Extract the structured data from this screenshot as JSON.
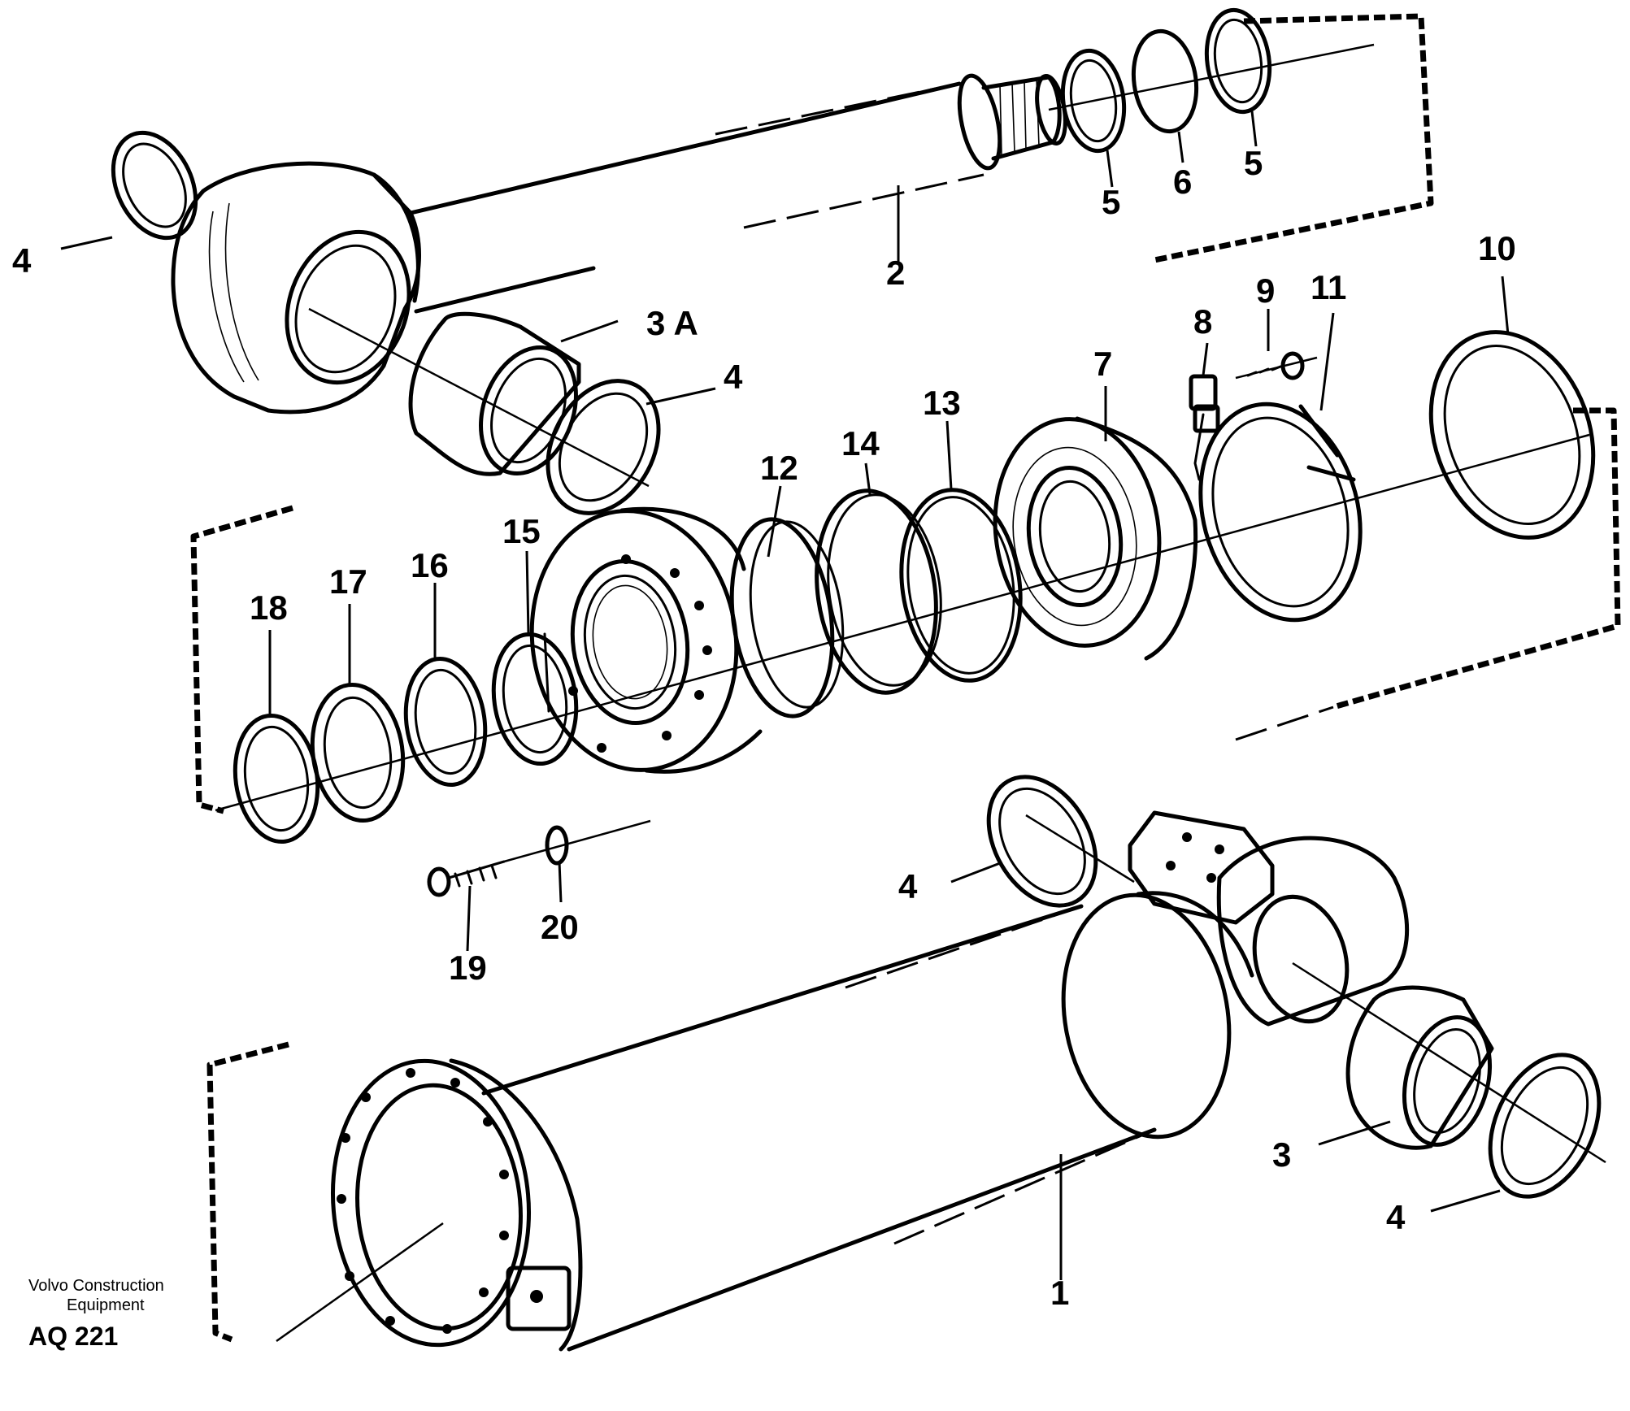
{
  "diagram": {
    "callouts": [
      {
        "id": "c4-top-left",
        "text": "4"
      },
      {
        "id": "c2",
        "text": "2"
      },
      {
        "id": "c5-a",
        "text": "5"
      },
      {
        "id": "c6",
        "text": "6"
      },
      {
        "id": "c5-b",
        "text": "5"
      },
      {
        "id": "c3a",
        "text": "3 A"
      },
      {
        "id": "c4-bushing",
        "text": "4"
      },
      {
        "id": "c10",
        "text": "10"
      },
      {
        "id": "c9",
        "text": "9"
      },
      {
        "id": "c11",
        "text": "11"
      },
      {
        "id": "c8",
        "text": "8"
      },
      {
        "id": "c7",
        "text": "7"
      },
      {
        "id": "c13",
        "text": "13"
      },
      {
        "id": "c14",
        "text": "14"
      },
      {
        "id": "c12",
        "text": "12"
      },
      {
        "id": "c15",
        "text": "15"
      },
      {
        "id": "c16",
        "text": "16"
      },
      {
        "id": "c17",
        "text": "17"
      },
      {
        "id": "c18",
        "text": "18"
      },
      {
        "id": "c19",
        "text": "19"
      },
      {
        "id": "c20",
        "text": "20"
      },
      {
        "id": "c4-mid-right",
        "text": "4"
      },
      {
        "id": "c3",
        "text": "3"
      },
      {
        "id": "c4-bottom-right",
        "text": "4"
      },
      {
        "id": "c1",
        "text": "1"
      }
    ],
    "credit_line1": "Volvo Construction",
    "credit_line2": "Equipment",
    "drawing_code": "AQ 221"
  }
}
